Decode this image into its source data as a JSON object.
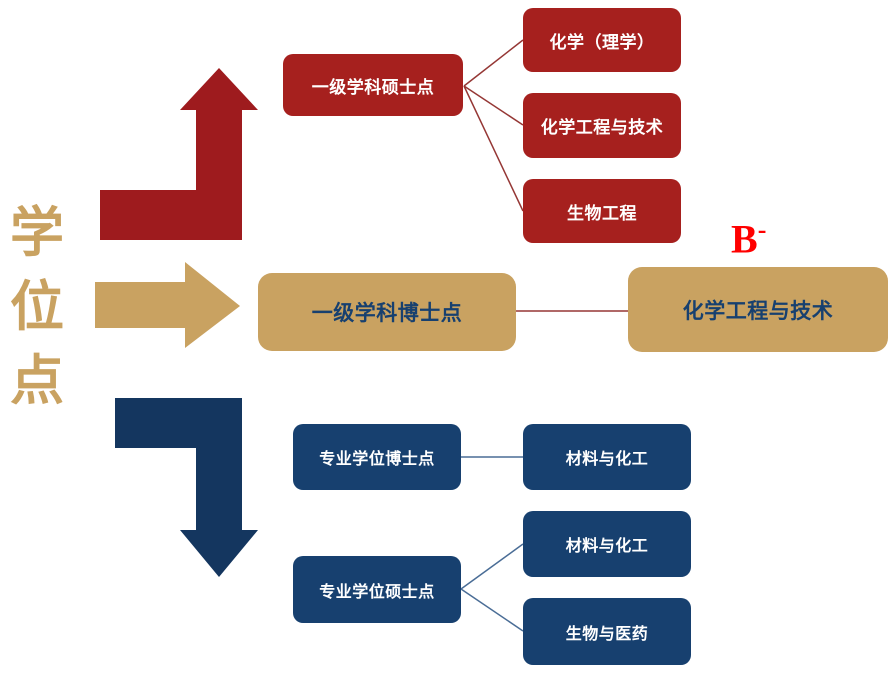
{
  "title": {
    "char1": "学",
    "char2": "位",
    "char3": "点"
  },
  "colors": {
    "red_arrow": "#9E1B1E",
    "red_box": "#A6201E",
    "tan": "#C9A261",
    "navy_box": "#17406F",
    "navy_arrow": "#14365F",
    "navy_text": "#17406F",
    "grade_red": "#FF0000",
    "line_red": "#953735",
    "line_blue": "#4A6D96",
    "title_tan": "#C9A261"
  },
  "master_branch": {
    "parent": "一级学科硕士点",
    "children": [
      "化学（理学）",
      "化学工程与技术",
      "生物工程"
    ]
  },
  "doctor_branch": {
    "parent": "一级学科博士点",
    "child": "化学工程与技术",
    "grade_base": "B",
    "grade_sup": "-"
  },
  "prof_doctor_branch": {
    "parent": "专业学位博士点",
    "children": [
      "材料与化工"
    ]
  },
  "prof_master_branch": {
    "parent": "专业学位硕士点",
    "children": [
      "材料与化工",
      "生物与医药"
    ]
  }
}
